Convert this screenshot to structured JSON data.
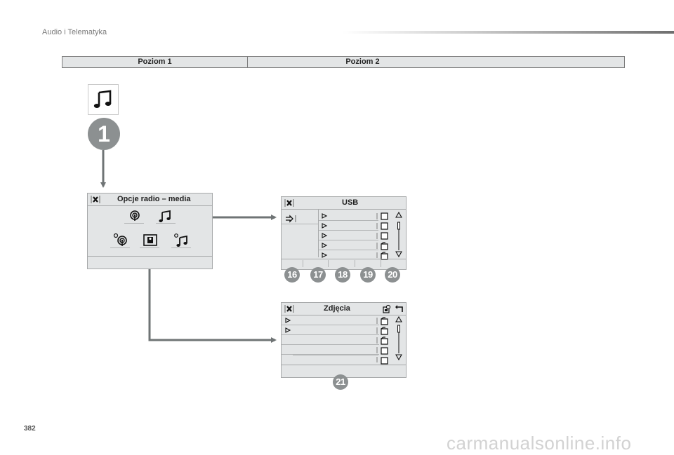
{
  "header": {
    "section_title": "Audio i Telematyka"
  },
  "table": {
    "level1": "Poziom 1",
    "level2": "Poziom 2"
  },
  "badges": {
    "main": "1",
    "usb": [
      "16",
      "17",
      "18",
      "19",
      "20"
    ],
    "photos": "21"
  },
  "panels": {
    "options": {
      "title": "Opcje radio – media"
    },
    "usb": {
      "title": "USB"
    },
    "photos": {
      "title": "Zdjęcia"
    }
  },
  "icons": {
    "main": "music-note-icon",
    "close": "close-icon",
    "options": [
      "radio-icon",
      "music-note-icon",
      "radio-settings-icon",
      "photo-icon",
      "music-settings-icon"
    ],
    "usb": [
      "source-icon",
      "play-icon",
      "checkbox-icon",
      "folder-icon",
      "scroll-up-icon",
      "scroll-down-icon"
    ],
    "photos": [
      "settings-icon",
      "back-icon",
      "play-icon",
      "folder-icon",
      "checkbox-icon"
    ]
  },
  "colors": {
    "panel": "#e3e5e6",
    "arrow": "#6f7475",
    "badge": "#8c9091"
  },
  "footer": {
    "page_number": "382",
    "watermark": "carmanualsonline.info"
  }
}
